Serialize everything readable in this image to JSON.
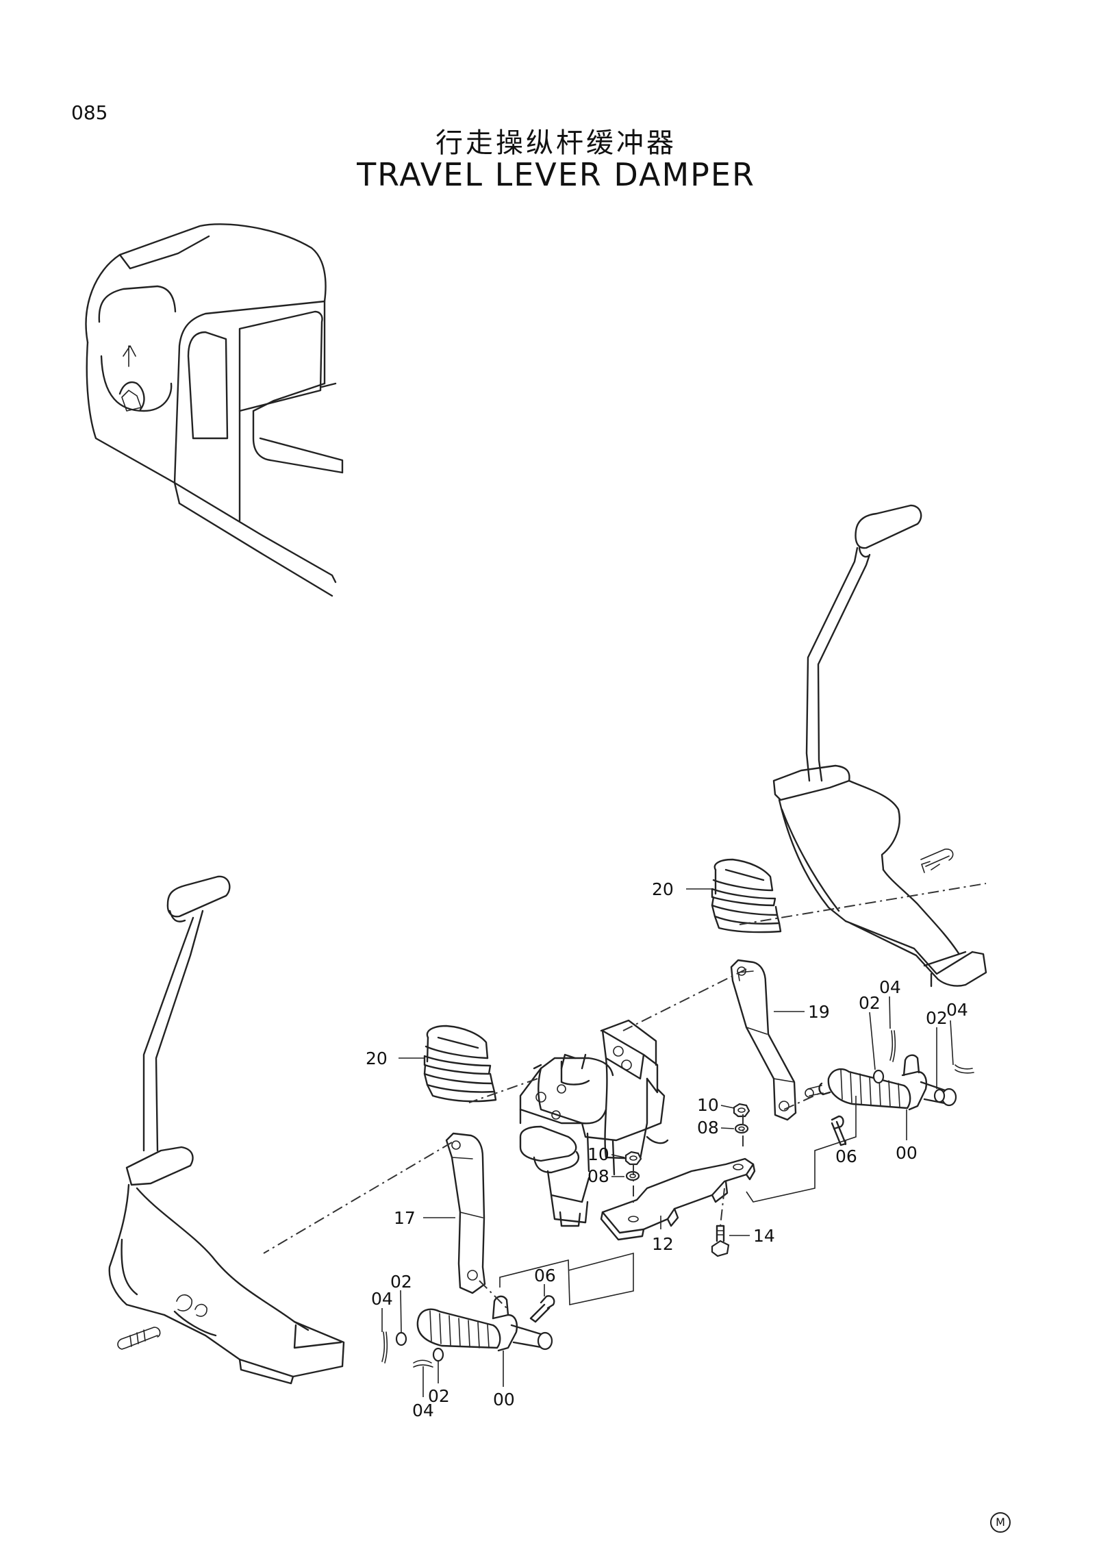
{
  "page_number": "085",
  "title_cn": "行走操纵杆缓冲器",
  "title_en": "TRAVEL LEVER DAMPER",
  "corner_mark": "M",
  "callouts": {
    "c20a": "20",
    "c20b": "20",
    "c19": "19",
    "c17": "17",
    "c12": "12",
    "c14": "14",
    "c10a": "10",
    "c08a": "08",
    "c10b": "10",
    "c08b": "08",
    "c06a": "06",
    "c06b": "06",
    "c00a": "00",
    "c00b": "00",
    "c02a": "02",
    "c04a": "04",
    "c02b": "02",
    "c04b": "04",
    "c02c": "02",
    "c04c": "04",
    "c02d": "02",
    "c04d": "04"
  }
}
